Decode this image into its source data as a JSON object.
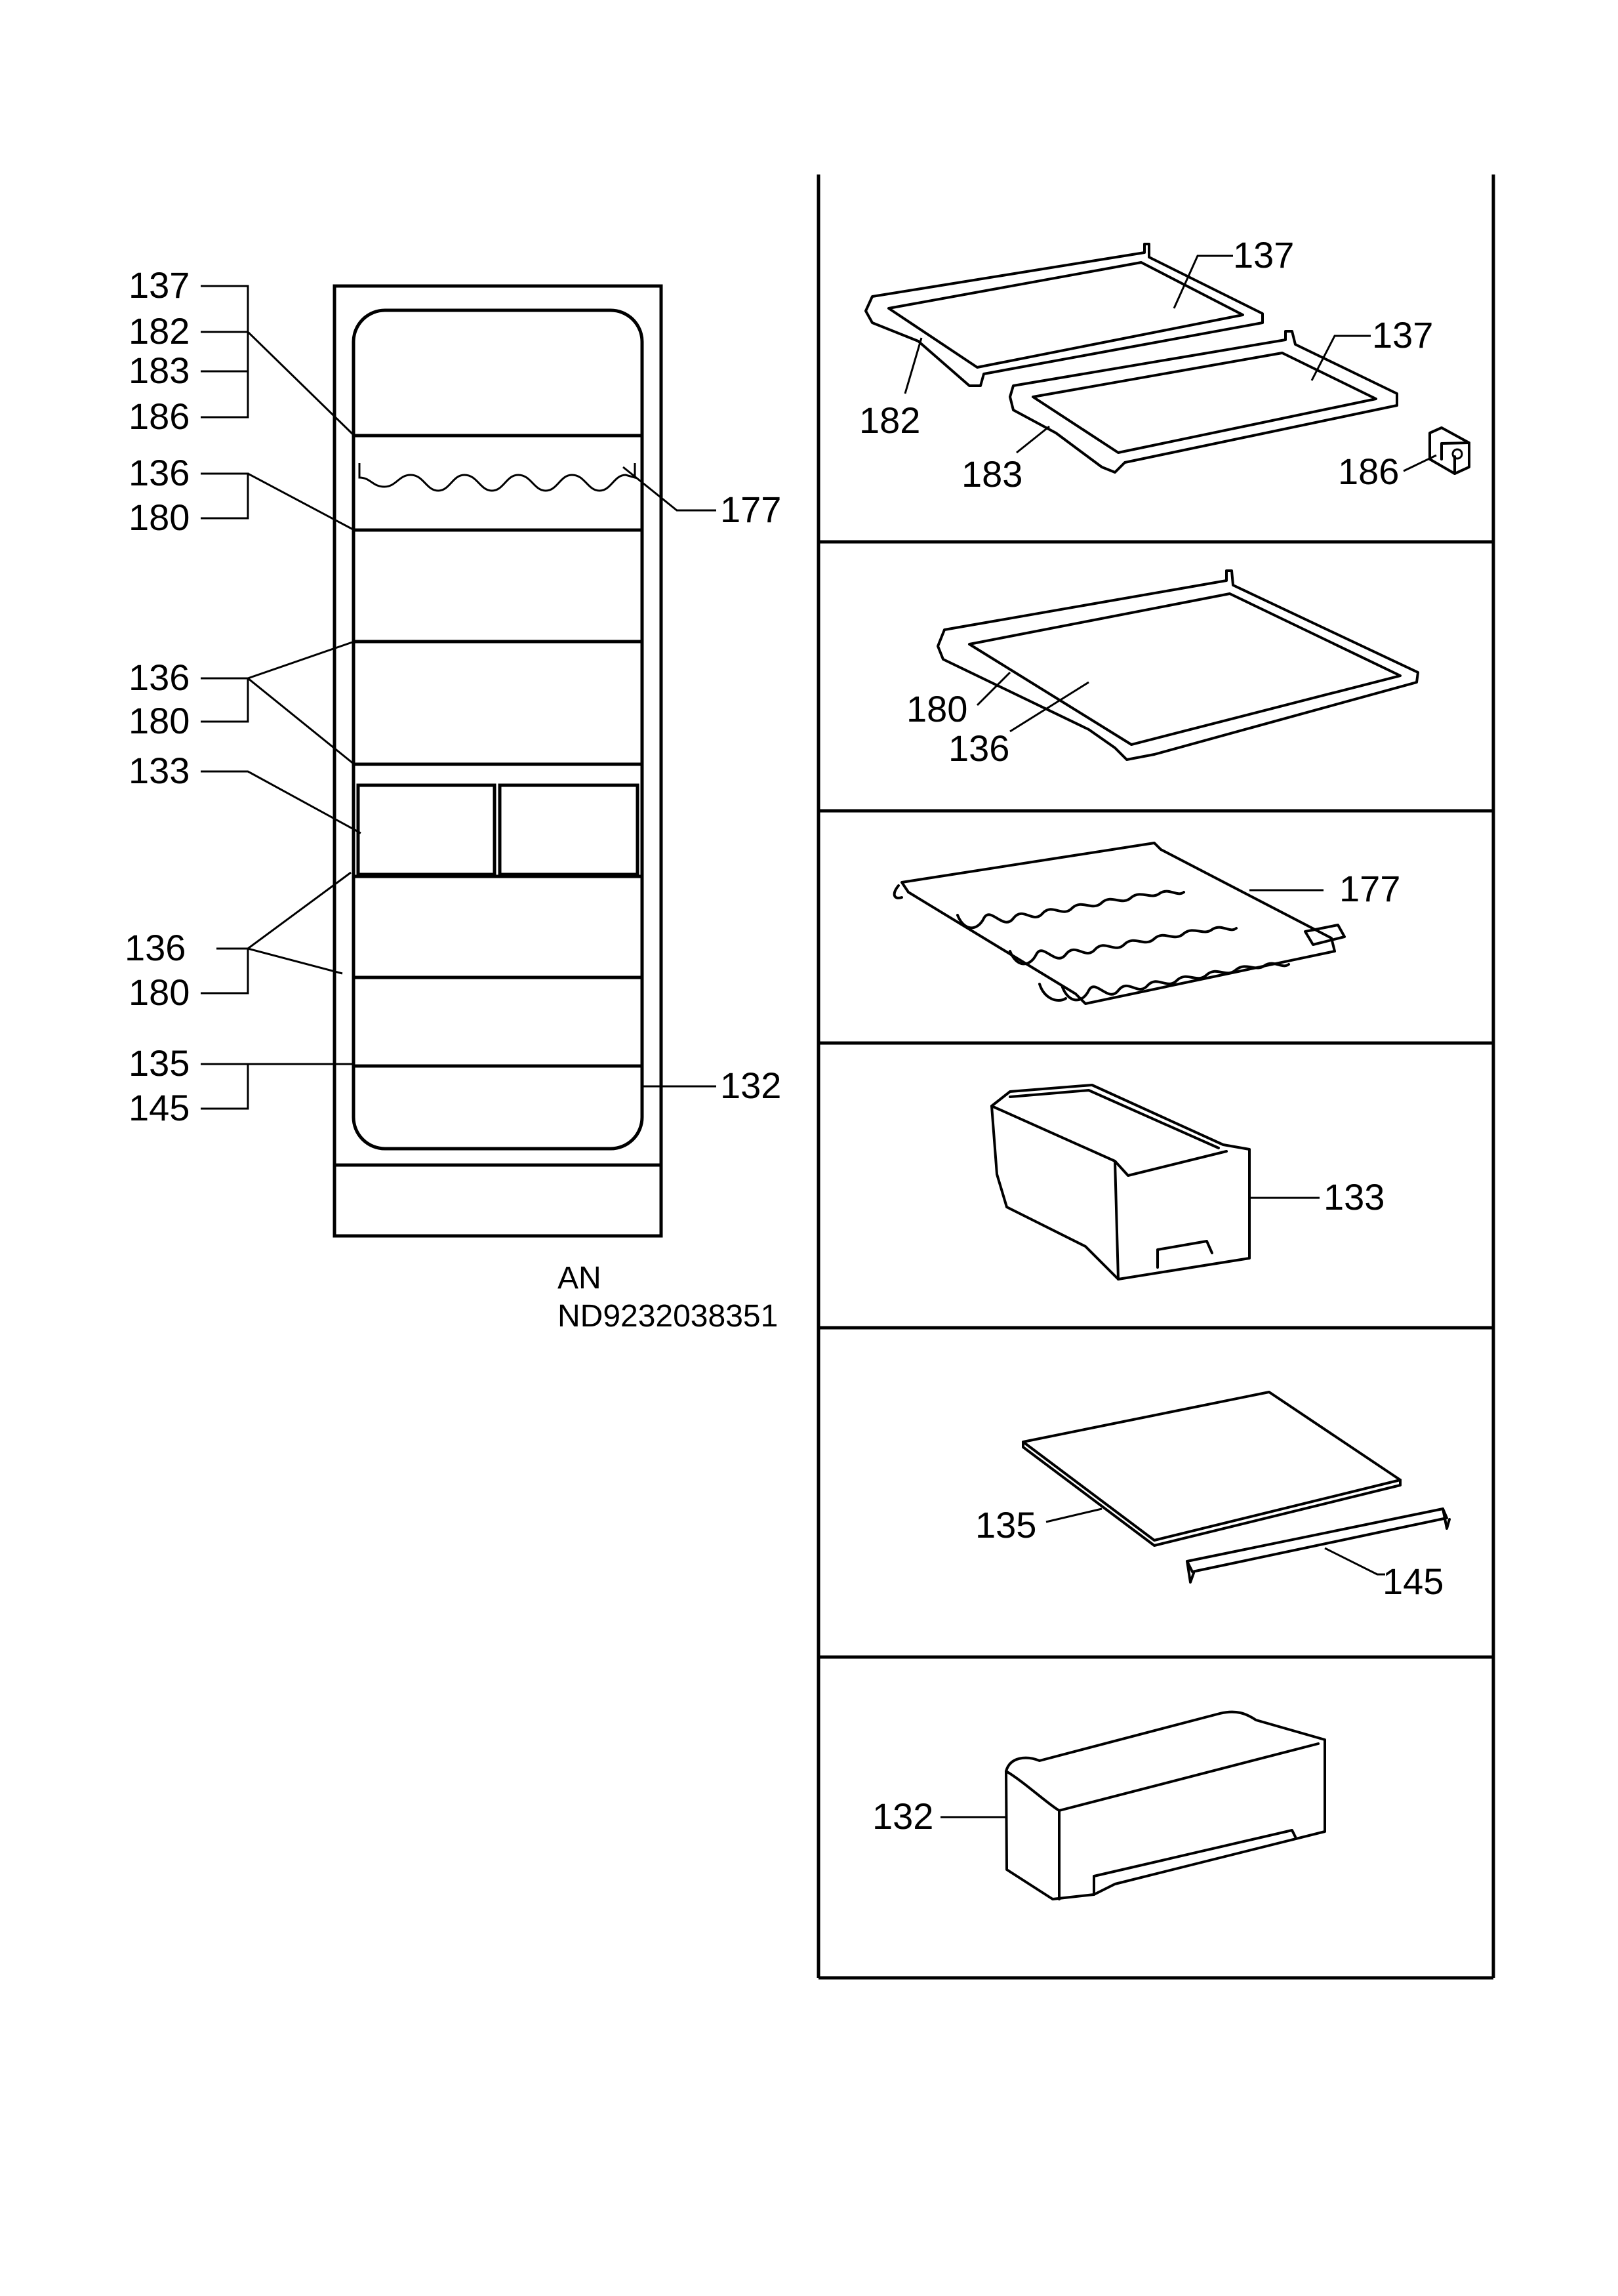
{
  "overview_labels": {
    "a": "137",
    "b": "182",
    "c": "183",
    "d": "186",
    "e": "136",
    "f": "180",
    "g": "177",
    "h": "136",
    "i": "180",
    "j": "133",
    "k": "136",
    "l": "180",
    "m": "135",
    "n": "145",
    "o": "132"
  },
  "caption": {
    "line1": "AN",
    "line2": "ND9232038351"
  },
  "panels": {
    "p1": {
      "a": "137",
      "b": "137",
      "c": "182",
      "d": "183",
      "e": "186"
    },
    "p2": {
      "a": "180",
      "b": "136"
    },
    "p3": {
      "a": "177"
    },
    "p4": {
      "a": "133"
    },
    "p5": {
      "a": "135",
      "b": "145"
    },
    "p6": {
      "a": "132"
    }
  }
}
